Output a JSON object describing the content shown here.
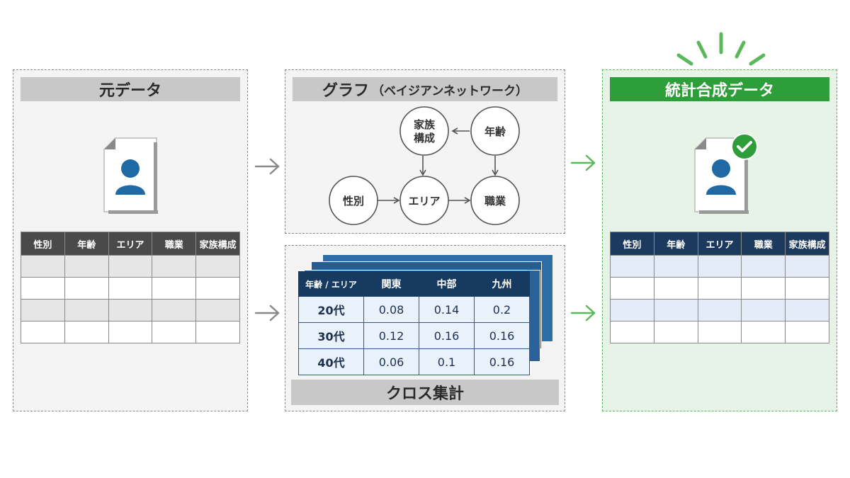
{
  "source": {
    "title": "元データ",
    "columns": [
      "性別",
      "年齢",
      "エリア",
      "職業",
      "家族構成"
    ],
    "row_count": 4
  },
  "graph": {
    "title": "グラフ",
    "subtitle": "（ベイジアンネットワーク）",
    "nodes": {
      "family": [
        "家族",
        "構成"
      ],
      "age": "年齢",
      "gender": "性別",
      "area": "エリア",
      "job": "職業"
    }
  },
  "cross": {
    "title": "クロス集計",
    "header": [
      "年齢 / エリア",
      "関東",
      "中部",
      "九州"
    ],
    "rows": [
      [
        "20代",
        "0.08",
        "0.14",
        "0.2"
      ],
      [
        "30代",
        "0.12",
        "0.16",
        "0.16"
      ],
      [
        "40代",
        "0.06",
        "0.1",
        "0.16"
      ]
    ]
  },
  "synthetic": {
    "title": "統計合成データ",
    "columns": [
      "性別",
      "年齢",
      "エリア",
      "職業",
      "家族構成"
    ],
    "row_count": 4
  },
  "colors": {
    "accent_green": "#2e9e3a",
    "navy": "#1c3a5e",
    "person_blue": "#1f6aa5",
    "arrow_gray": "#8a8a8a",
    "arrow_green": "#5cb85c"
  }
}
